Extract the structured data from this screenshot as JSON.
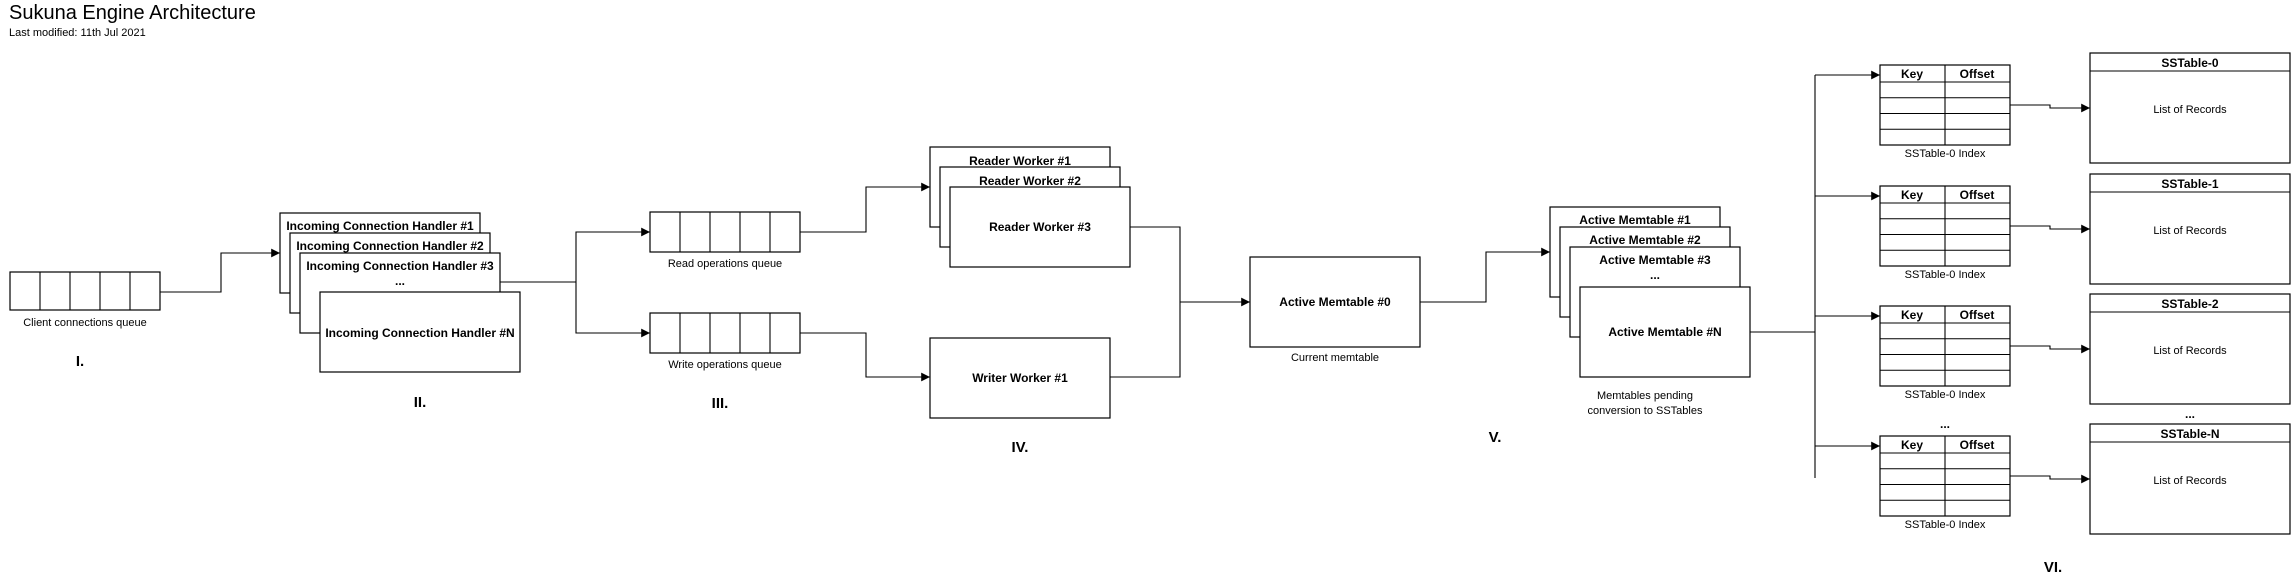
{
  "header": {
    "title": "Sukuna Engine Architecture",
    "subtitle": "Last modified: 11th Jul 2021"
  },
  "sections": {
    "s1": "I.",
    "s2": "II.",
    "s3": "III.",
    "s4": "IV.",
    "s5": "V.",
    "s6": "VI."
  },
  "client_queue": {
    "label": "Client connections queue"
  },
  "handlers": {
    "h1": "Incoming Connection Handler #1",
    "h2": "Incoming Connection Handler #2",
    "h3": "Incoming Connection Handler #3",
    "ellipsis": "...",
    "hN": "Incoming Connection Handler #N"
  },
  "queues": {
    "read": "Read operations queue",
    "write": "Write operations queue"
  },
  "readers": {
    "r1": "Reader Worker #1",
    "r2": "Reader Worker #2",
    "r3": "Reader Worker #3"
  },
  "writer": {
    "w1": "Writer Worker #1"
  },
  "memtable": {
    "current": "Active Memtable #0",
    "current_label": "Current memtable",
    "p1": "Active Memtable #1",
    "p2": "Active Memtable #2",
    "p3": "Active Memtable #3",
    "ellipsis": "...",
    "pN": "Active Memtable #N",
    "pending_label_1": "Memtables pending",
    "pending_label_2": "conversion to SSTables"
  },
  "sstables": {
    "index_key_header": "Key",
    "index_offset_header": "Offset",
    "records_label": "List of Records",
    "ellipsis": "...",
    "items": [
      {
        "title": "SSTable-0",
        "index_label": "SSTable-0 Index"
      },
      {
        "title": "SSTable-1",
        "index_label": "SSTable-0 Index"
      },
      {
        "title": "SSTable-2",
        "index_label": "SSTable-0 Index"
      },
      {
        "title": "SSTable-N",
        "index_label": "SSTable-0 Index"
      }
    ]
  }
}
